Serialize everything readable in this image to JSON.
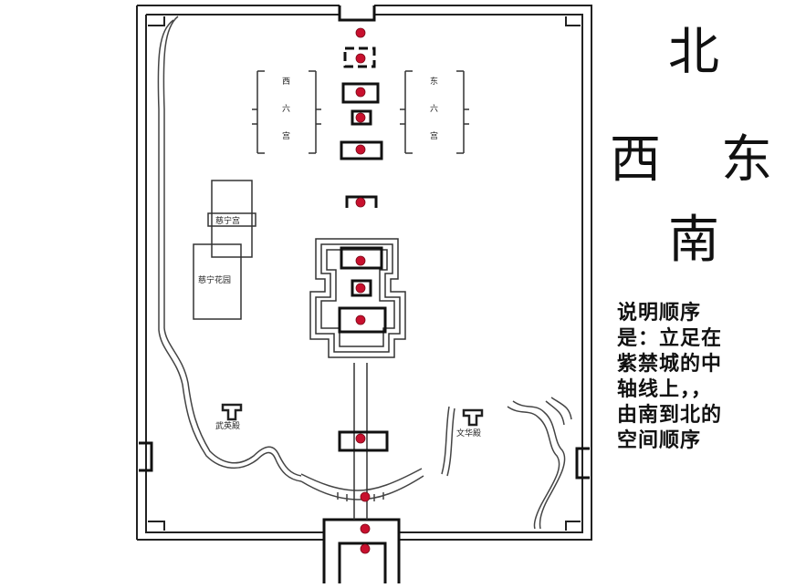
{
  "directions": {
    "north": "北",
    "west": "西",
    "east": "东",
    "south": "南"
  },
  "description": "说明顺序是：立足在紫禁城的中轴线上，，由南到北的空间顺序",
  "map_labels": {
    "west_six_palaces": [
      "西",
      "六",
      "宫"
    ],
    "east_six_palaces": [
      "东",
      "六",
      "宫"
    ],
    "cining_palace": "慈宁宫",
    "cining_garden": "慈宁花园",
    "wuying_hall": "武英殿",
    "wenhua_hall": "文华殿"
  },
  "colors": {
    "marker": "#c8102e",
    "ink": "#111111"
  }
}
